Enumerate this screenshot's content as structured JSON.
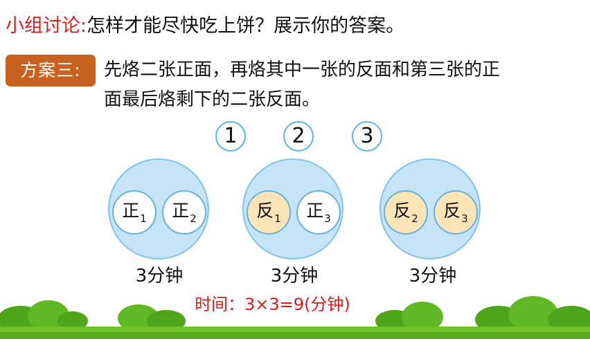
{
  "header": {
    "label": "小组讨论:",
    "question": "怎样才能尽快吃上饼？展示你的答案。"
  },
  "plan": {
    "badge": "方案三:",
    "description_line1": "先烙二张正面，再烙其中一张的反面和第三张的正",
    "description_line2": "面最后烙剩下的二张反面。"
  },
  "steps": [
    {
      "number": "1",
      "cakes": [
        {
          "text": "正",
          "sub": "1",
          "side": "front"
        },
        {
          "text": "正",
          "sub": "2",
          "side": "front"
        }
      ],
      "duration": "3分钟"
    },
    {
      "number": "2",
      "cakes": [
        {
          "text": "反",
          "sub": "1",
          "side": "back"
        },
        {
          "text": "正",
          "sub": "3",
          "side": "front"
        }
      ],
      "duration": "3分钟"
    },
    {
      "number": "3",
      "cakes": [
        {
          "text": "反",
          "sub": "2",
          "side": "back"
        },
        {
          "text": "反",
          "sub": "3",
          "side": "back"
        }
      ],
      "duration": "3分钟"
    }
  ],
  "total": "时间：3×3=9(分钟)",
  "colors": {
    "title_red": "#d81e1e",
    "badge_orange": "#c8611d",
    "pan_blue": "#c6e4f8",
    "cake_back": "#fbe4b5",
    "grass_green": "#5dbb1f"
  },
  "decorations": [
    "grass-strip",
    "bush-icon"
  ]
}
